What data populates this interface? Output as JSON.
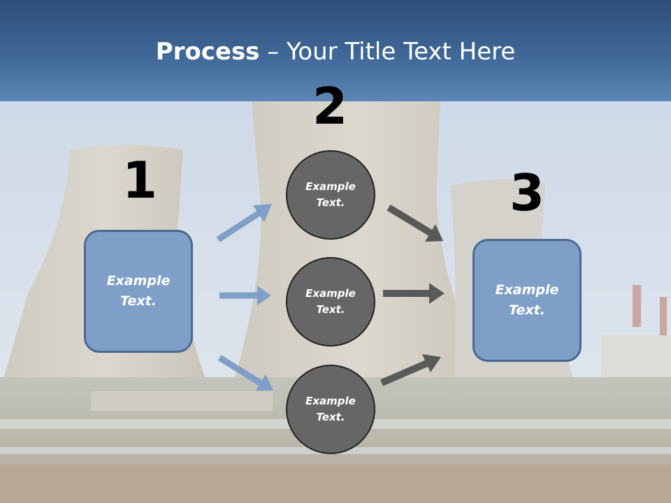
{
  "slide": {
    "title_bold": "Process",
    "title_rest": " – Your Title Text Here",
    "step_numbers": [
      "1",
      "2",
      "3"
    ],
    "step1_box": "Example Text.",
    "step2_circles": [
      "Example Text.",
      "Example Text.",
      "Example Text."
    ],
    "step3_box": "Example Text."
  },
  "colors": {
    "header": "#3f6797",
    "box_fill": "#7f9fc8",
    "circle_fill": "#666666",
    "arrow_blue": "#7f9fc8",
    "arrow_gray": "#595959"
  },
  "background": "power-plant-cooling-towers-photo"
}
